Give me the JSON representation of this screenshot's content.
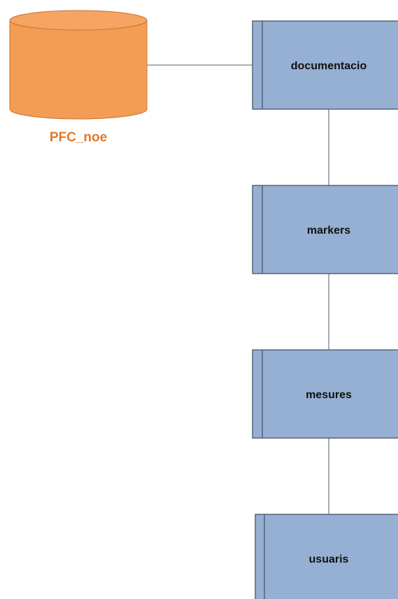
{
  "diagram": {
    "database": {
      "label": "PFC_noe",
      "icon": "database-cylinder-icon",
      "color": "#f39c54",
      "label_color": "#e07a2b"
    },
    "entities": [
      {
        "label": "documentacio"
      },
      {
        "label": "markers"
      },
      {
        "label": "mesures"
      },
      {
        "label": "usuaris"
      }
    ],
    "entity_color": "#95b0d2"
  }
}
